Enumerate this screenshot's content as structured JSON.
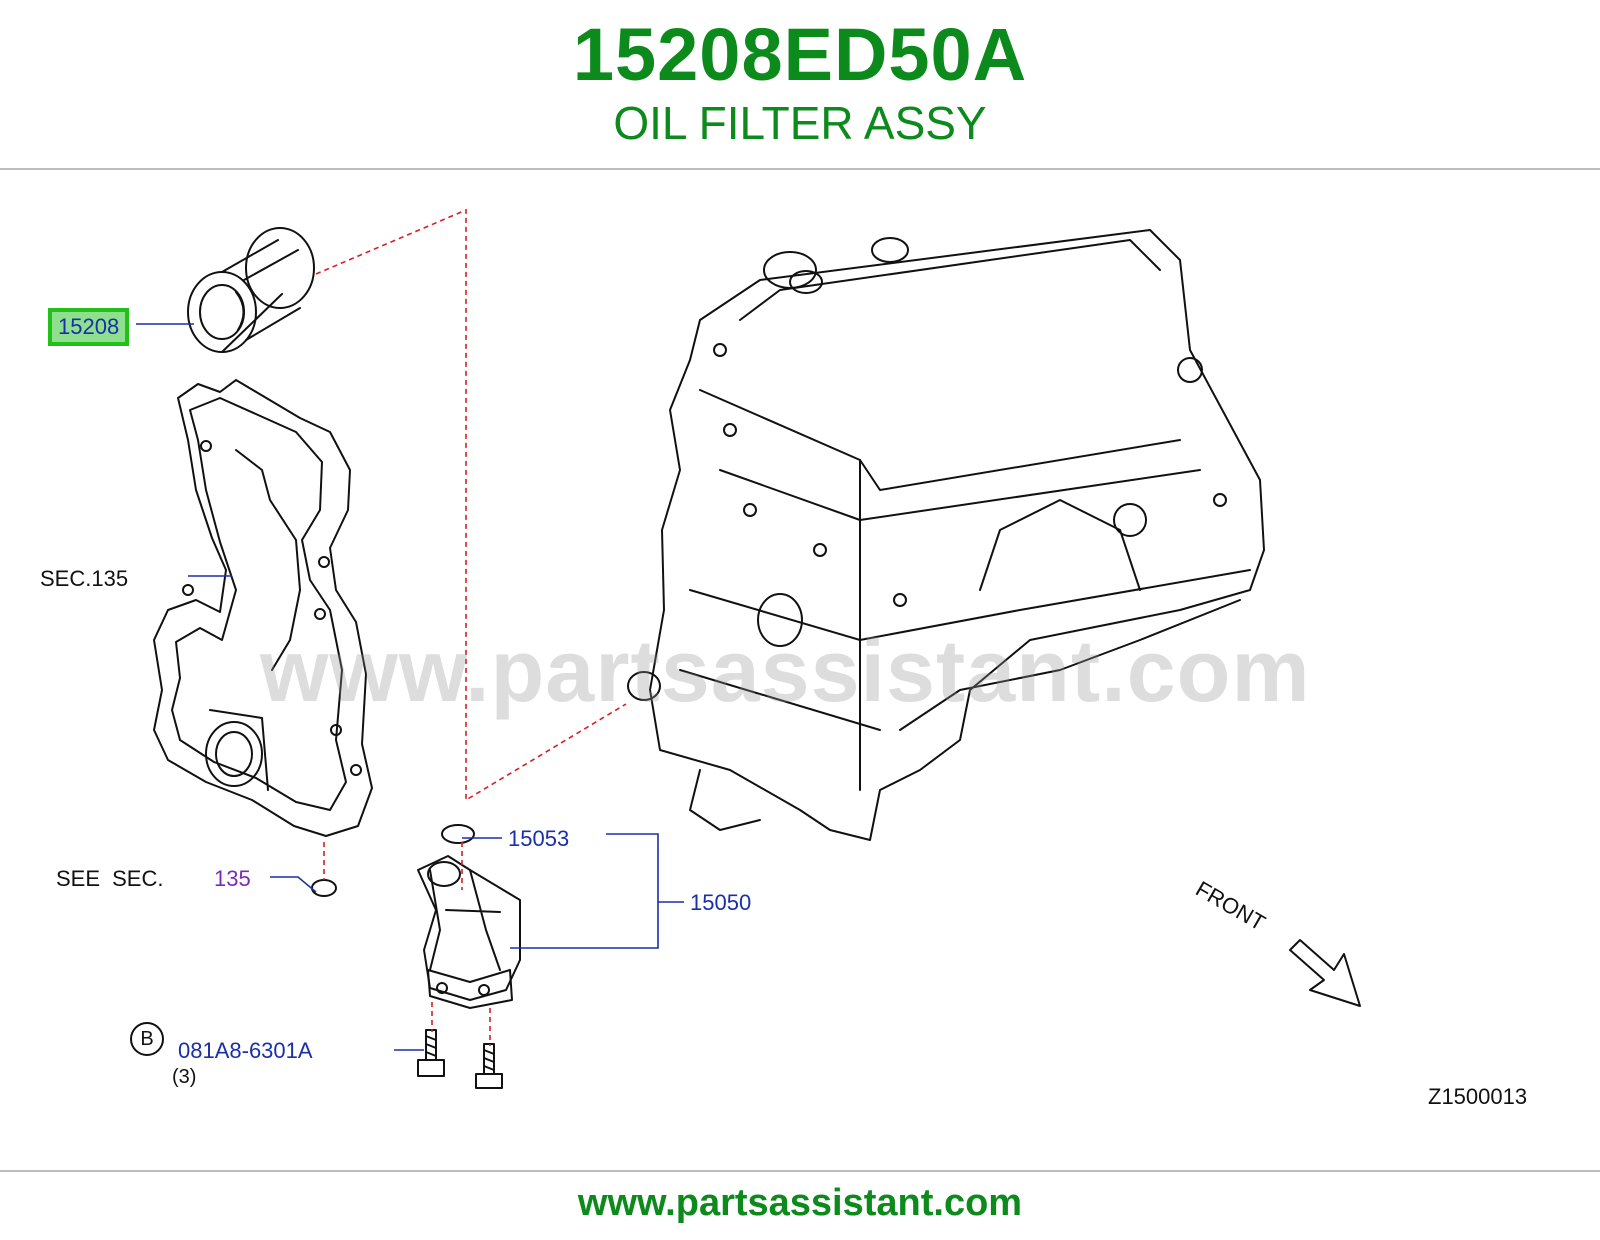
{
  "header": {
    "part_number": "15208ED50A",
    "part_description": "OIL FILTER ASSY"
  },
  "diagram": {
    "callouts": {
      "filter": "15208",
      "sec_135": "SEC.135",
      "see_sec": "SEE SEC.",
      "see_sec_number": "135",
      "o_ring": "15053",
      "bracket": "15050",
      "bolt_marker": "B",
      "bolt": "081A8-6301A",
      "bolt_qty": "(3)",
      "front": "FRONT",
      "illustration_code": "Z1500013"
    },
    "watermark": "www.partsassistant.com"
  },
  "footer": {
    "site": "www.partsassistant.com"
  },
  "colors": {
    "brand_green": "#0d8a1c",
    "callout_blue": "#1a2fa8",
    "highlight_green": "#22c11a",
    "leader_red": "#d42020"
  }
}
